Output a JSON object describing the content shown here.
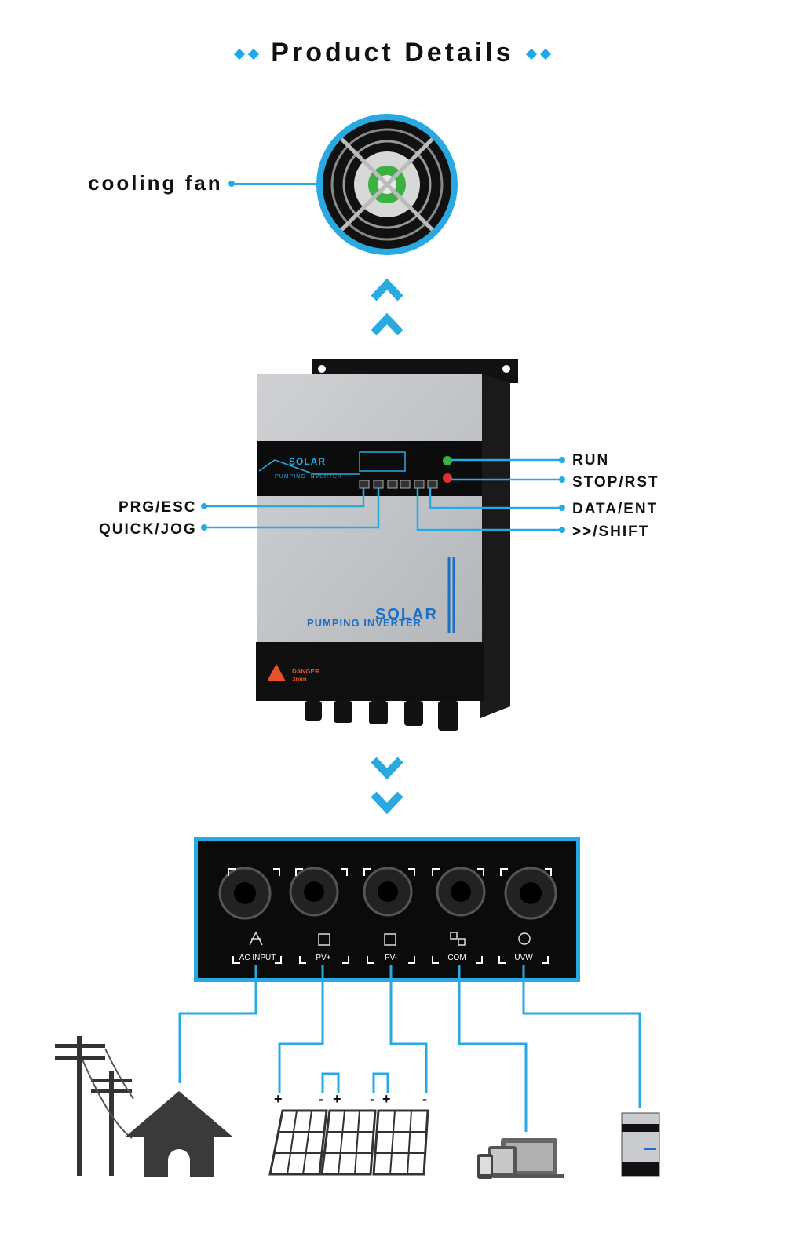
{
  "header": {
    "title": "Product Details"
  },
  "fan": {
    "label": "cooling fan"
  },
  "inverter": {
    "panel_brand": "SOLAR",
    "panel_sub": "PUMPING INVERTER",
    "front_brand": "SOLAR",
    "front_sub": "PUMPING INVERTER",
    "danger": "DANGER",
    "danger_time": "3min"
  },
  "callouts": {
    "left": [
      "PRG/ESC",
      "QUICK/JOG"
    ],
    "right": [
      "RUN",
      "STOP/RST",
      "DATA/ENT",
      ">>/SHIFT"
    ]
  },
  "ports": [
    {
      "label": "AC INPUT",
      "icon": "power-tower-icon"
    },
    {
      "label": "PV+",
      "icon": "solar-panel-icon"
    },
    {
      "label": "PV-",
      "icon": "solar-panel-icon"
    },
    {
      "label": "COM",
      "icon": "communication-icon"
    },
    {
      "label": "UVW",
      "icon": "motor-icon"
    }
  ],
  "solar_signs": [
    "+",
    "-",
    "+",
    "-",
    "+",
    "-"
  ],
  "colors": {
    "accent": "#29a9e1",
    "dark": "#0b0b0b",
    "panel_blue": "#1b6fc4"
  }
}
